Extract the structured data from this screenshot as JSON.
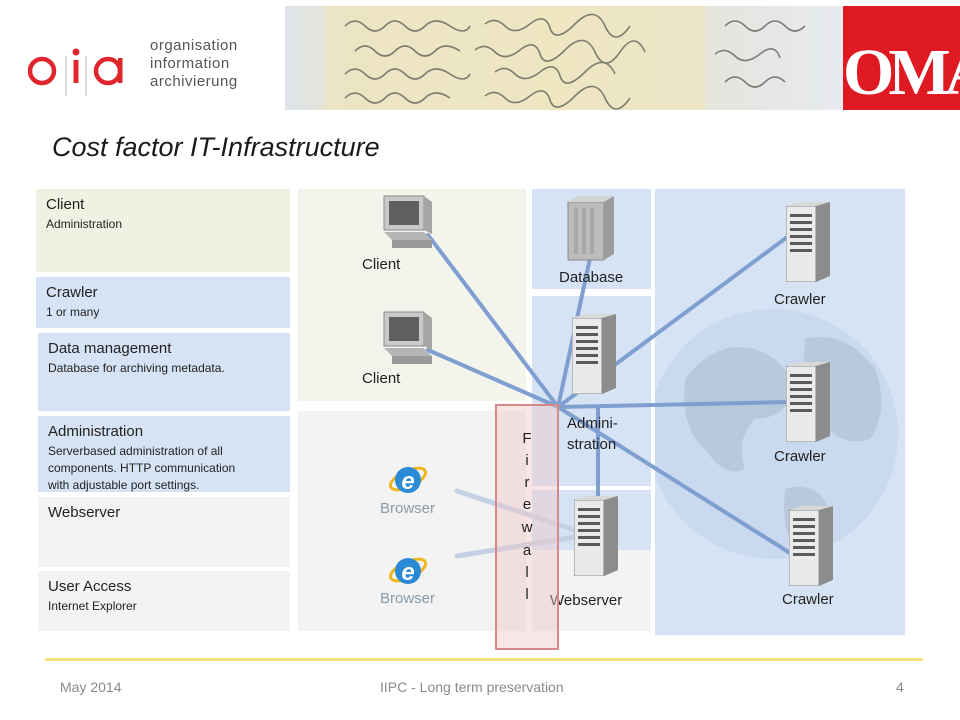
{
  "header": {
    "logo_letters": [
      "o",
      "i",
      "a"
    ],
    "logo_lines": [
      "organisation",
      "information",
      "archivierung"
    ],
    "oma_logo_text": "OMA"
  },
  "title": "Cost factor IT-Infrastructure",
  "legend": [
    {
      "title": "Client",
      "desc": [
        "Administration"
      ],
      "color": "#eef2e2"
    },
    {
      "title": "Crawler",
      "desc": [
        "1 or many"
      ],
      "color": "#d6e3f4"
    },
    {
      "title": "Data management",
      "desc": [
        "Database for archiving metadata."
      ],
      "color": "#d6e3f4"
    },
    {
      "title": "Administration",
      "desc": [
        "Serverbased administration of all",
        "components.  HTTP communication",
        "with adjustable port settings."
      ],
      "color": "#d6e3f4"
    },
    {
      "title": "Webserver",
      "desc": [],
      "color": "#f3f3f3"
    },
    {
      "title": "User Access",
      "desc": [
        "Internet Explorer"
      ],
      "color": "#f3f3f3"
    }
  ],
  "diagram": {
    "nodes": {
      "client_1": "Client",
      "client_2": "Client",
      "browser_1": "Browser",
      "browser_2": "Browser",
      "database": "Database",
      "administration_line1": "Admini-",
      "administration_line2": "stration",
      "webserver": "Webserver",
      "crawler_1": "Crawler",
      "crawler_2": "Crawler",
      "crawler_3": "Crawler"
    },
    "firewall_letters": [
      "F",
      "i",
      "r",
      "e",
      "w",
      "a",
      "l",
      "l"
    ],
    "colors": {
      "client_panel": "#f3f5ec",
      "admin_panel": "#d6e3f4",
      "webserver_panel": "#f3f3f3",
      "crawler_panel": "#d6e3f4",
      "connector": "#7f9fd0",
      "firewall_border": "#d9888a"
    }
  },
  "footer": {
    "date": "May  2014",
    "center": "IIPC - Long term preservation",
    "page": "4",
    "line_color": "#f1e27a"
  }
}
